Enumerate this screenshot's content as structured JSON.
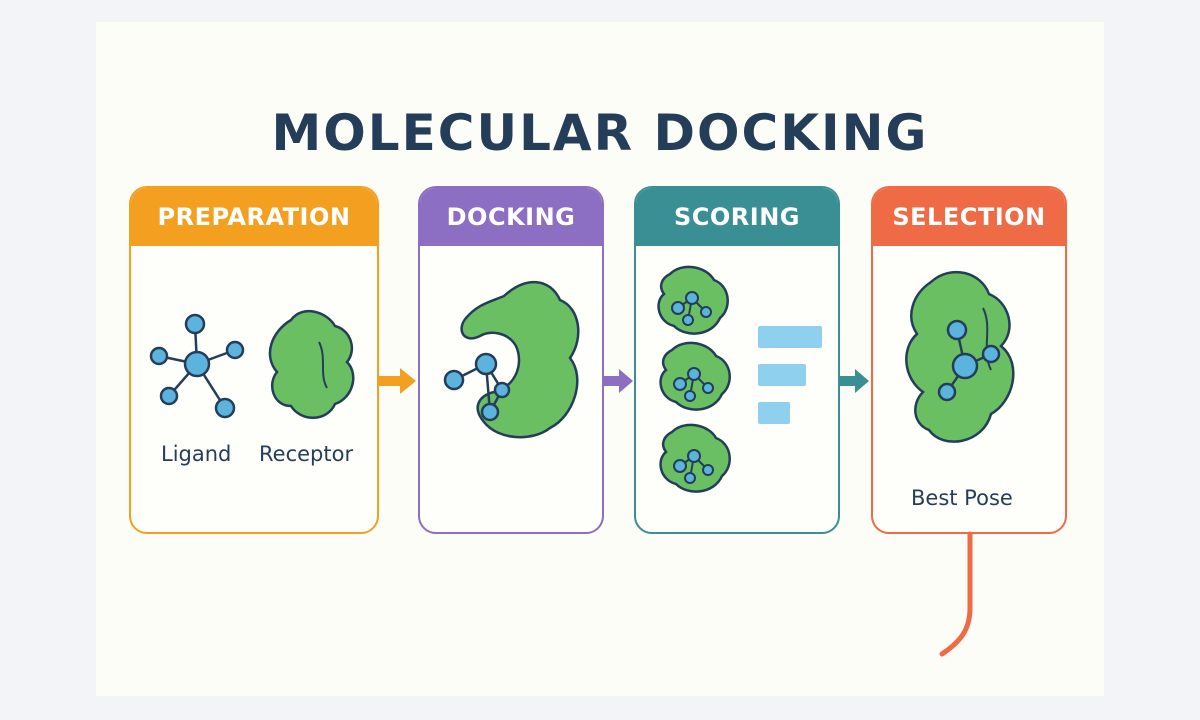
{
  "title": "MOLECULAR DOCKING",
  "stages": [
    {
      "name": "PREPARATION",
      "color": "#f3a021",
      "labels": [
        "Ligand",
        "Receptor"
      ]
    },
    {
      "name": "DOCKING",
      "color": "#8c6fc2"
    },
    {
      "name": "SCORING",
      "color": "#3a8f95"
    },
    {
      "name": "SELECTION",
      "color": "#ee6b45",
      "labels": [
        "Best Pose"
      ]
    }
  ],
  "colors": {
    "protein_fill": "#6abf62",
    "outline": "#243e5a",
    "atom": "#5cb3dd",
    "score_bar": "#8fd0ee",
    "title": "#243e5a"
  }
}
